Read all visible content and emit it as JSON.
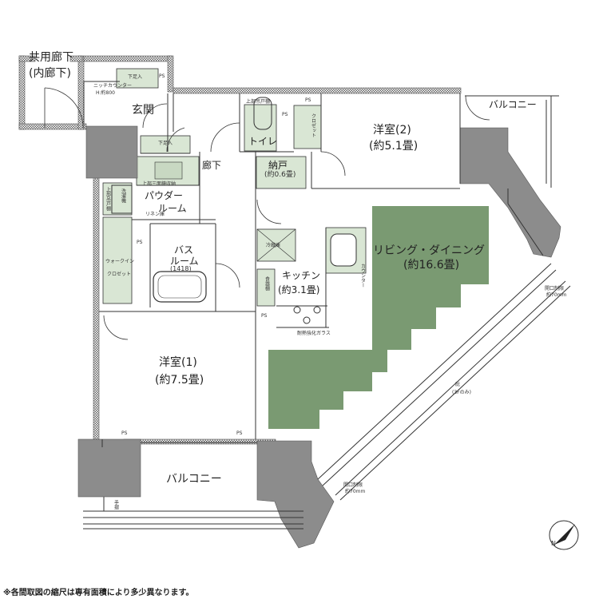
{
  "rooms": {
    "common_corridor": "共用廊下",
    "inner_corridor": "(内廊下)",
    "entrance": "玄関",
    "hallway": "廊下",
    "toilet": "トイレ",
    "storage": "納戸",
    "storage_size": "(約0.6畳)",
    "western2": "洋室(2)",
    "western2_size": "(約5.1畳)",
    "balcony_top": "バルコニー",
    "powder": "パウダー",
    "powder2": "ルーム",
    "bath": "バス",
    "bath2": "ルーム",
    "bath_size": "(1418)",
    "kitchen": "キッチン",
    "kitchen_size": "(約3.1畳)",
    "living": "リビング・ダイニング",
    "living_size": "(約16.6畳)",
    "western1": "洋室(1)",
    "western1_size": "(約7.5畳)",
    "balcony_bottom": "バルコニー"
  },
  "small_labels": {
    "ps": "PS",
    "shoe_box": "下足入",
    "niche_counter": "ニッチカウンター",
    "niche_height": "H:約800",
    "upper_cabinet": "上部吊戸棚",
    "closet": "クロゼット",
    "upper_3tier": "上部三面鏡収納",
    "laundry": "洗濯機",
    "upper_shelf": "上部吊戸棚",
    "linen": "リネン庫",
    "walkin": "ウォークイン",
    "walkin2": "クロゼット",
    "fridge": "冷蔵庫",
    "cupboard": "食器棚",
    "counter": "カウンター",
    "glass": "耐熱強化ガラス",
    "opening1": "開口制限",
    "opening1b": "約70mm",
    "opening2": "開口制限",
    "opening2b": "約70mm",
    "eave": "庇",
    "eave_note": "(3Fのみ)",
    "handrail": "手摺",
    "north": "N"
  },
  "footnote": "※各間取図の縮尺は専有面積により多少異なります。",
  "colors": {
    "wall": "#666666",
    "wall_hatch": "#8a8a8a",
    "column": "#8c8c8c",
    "room_green": "#7a9a72",
    "storage_green": "#d9e6d4",
    "line": "#333333"
  }
}
